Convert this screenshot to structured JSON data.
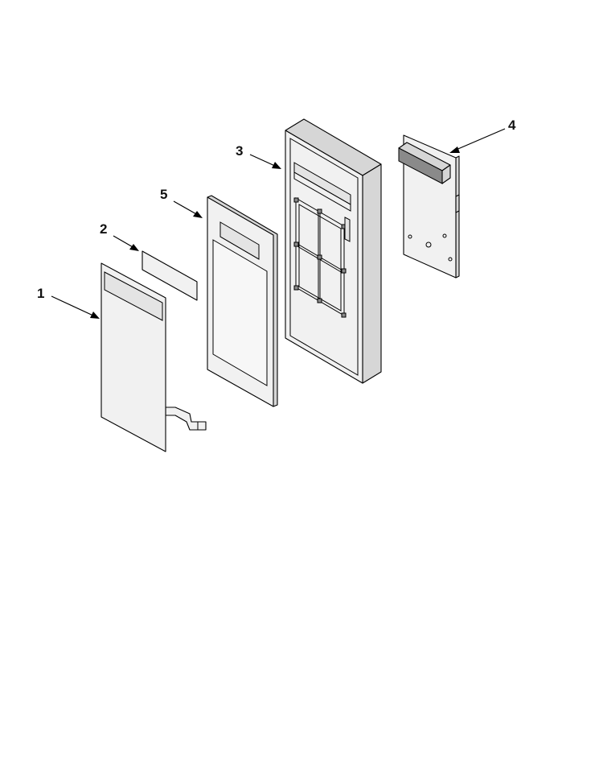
{
  "diagram": {
    "callouts": [
      {
        "id": "1",
        "label": "1"
      },
      {
        "id": "2",
        "label": "2"
      },
      {
        "id": "3",
        "label": "3"
      },
      {
        "id": "4",
        "label": "4"
      },
      {
        "id": "5",
        "label": "5"
      }
    ]
  },
  "colors": {
    "background": "#ffffff",
    "line": "#000000",
    "panel_fill": "#f1f1f1"
  }
}
